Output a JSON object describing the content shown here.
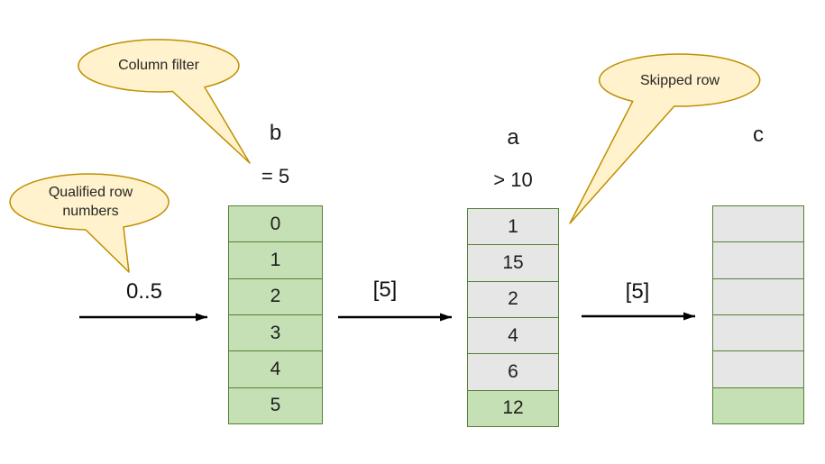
{
  "callouts": {
    "column_filter": "Column filter",
    "qualified_rows": "Qualified row numbers",
    "skipped_row": "Skipped row"
  },
  "columns": [
    {
      "header": "b",
      "filter": "= 5",
      "cells": [
        "0",
        "1",
        "2",
        "3",
        "4",
        "5"
      ],
      "cell_styles": [
        "green",
        "green",
        "green",
        "green",
        "green",
        "green"
      ]
    },
    {
      "header": "a",
      "filter": "> 10",
      "cells": [
        "1",
        "15",
        "2",
        "4",
        "6",
        "12"
      ],
      "cell_styles": [
        "gray",
        "gray",
        "gray",
        "gray",
        "gray",
        "green"
      ]
    },
    {
      "header": "c",
      "filter": "",
      "cells": [
        "",
        "",
        "",
        "",
        "",
        ""
      ],
      "cell_styles": [
        "gray",
        "gray",
        "gray",
        "gray",
        "gray",
        "green"
      ]
    }
  ],
  "arrows": [
    {
      "label": "0..5"
    },
    {
      "label": "[5]"
    },
    {
      "label": "[5]"
    }
  ],
  "colors": {
    "cell_green": "#C5E0B4",
    "cell_gray": "#E7E6E6",
    "cell_border": "#538135",
    "callout_fill": "#FFF2CC",
    "callout_border": "#BF8F00",
    "arrow": "#000000"
  }
}
